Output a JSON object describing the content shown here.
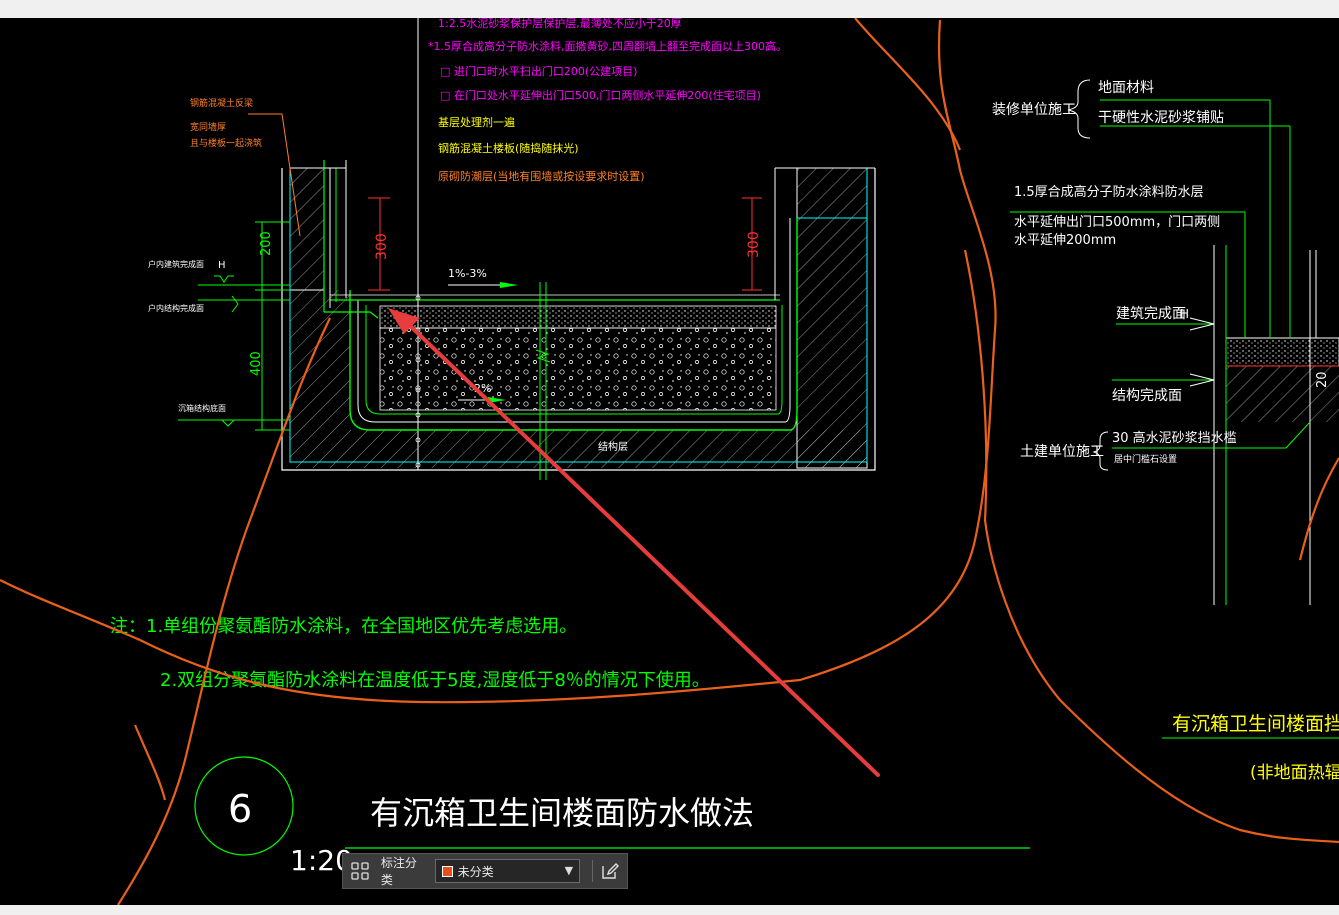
{
  "drawing": {
    "top_notes": [
      "1:2.5水泥砂浆保护层保护层,最薄处不应小于20厚",
      "*1.5厚合成高分子防水涂料,面撒黄砂,四周翻墙上翻至完成面以上300高。",
      "□ 进门口时水平扫出门口200(公建项目)",
      "□ 在门口处水平延伸出门口500,门口两侧水平延伸200(住宅项目)",
      "基层处理剂一遍",
      "钢筋混凝土楼板(随捣随抹光)",
      "原砌防潮层(当地有围墙或按设要求时设置)"
    ],
    "left_notes": [
      "钢筋混凝土反梁",
      "宽同墙厚",
      "且与楼板一起浇筑"
    ],
    "left_labels": {
      "finished": "户内建筑完成面",
      "structure": "户内结构完成面",
      "sink": "沉箱结构底面",
      "h": "H"
    },
    "dims": {
      "d200": "200",
      "d400": "400",
      "d300a": "300",
      "d300b": "300"
    },
    "slope1": "1%-3%",
    "slope2": "2%",
    "structure_layer": "结构层",
    "notes": {
      "n1": "注：1.单组份聚氨酯防水涂料，在全国地区优先考虑选用。",
      "n2": "2.双组分聚氨酯防水涂料在温度低于5度,湿度低于8％的情况下使用。"
    },
    "title": {
      "number": "6",
      "scale": "1:20",
      "name": "有沉箱卫生间楼面防水做法"
    },
    "right_detail": {
      "decoration_unit": "装修单位施工",
      "floor_material": "地面材料",
      "dry_mortar": "干硬性水泥砂浆铺贴",
      "membrane": "1.5厚合成高分子防水涂料防水层",
      "extend1": "水平延伸出门口500mm，门口两侧",
      "extend2": "水平延伸200mm",
      "arch_finish": "建筑完成面",
      "h": "H",
      "struct_finish": "结构完成面",
      "civil_unit": "土建单位施工",
      "curb": "30  高水泥砂浆挡水槛",
      "curb_note": "居中门槛石设置",
      "dim20": "20",
      "title": "有沉箱卫生间楼面挡水",
      "subtitle": "(非地面热辐"
    }
  },
  "toolbar": {
    "label": "标注分类",
    "selected": "未分类",
    "swatch_color": "#e8501a"
  },
  "colors": {
    "green": "#00ff00",
    "yellow": "#ffff00",
    "magenta": "#ff00ff",
    "white": "#ffffff",
    "orange": "#e8601a",
    "red_arrow": "#e63c3c",
    "cyan": "#00ffff"
  }
}
